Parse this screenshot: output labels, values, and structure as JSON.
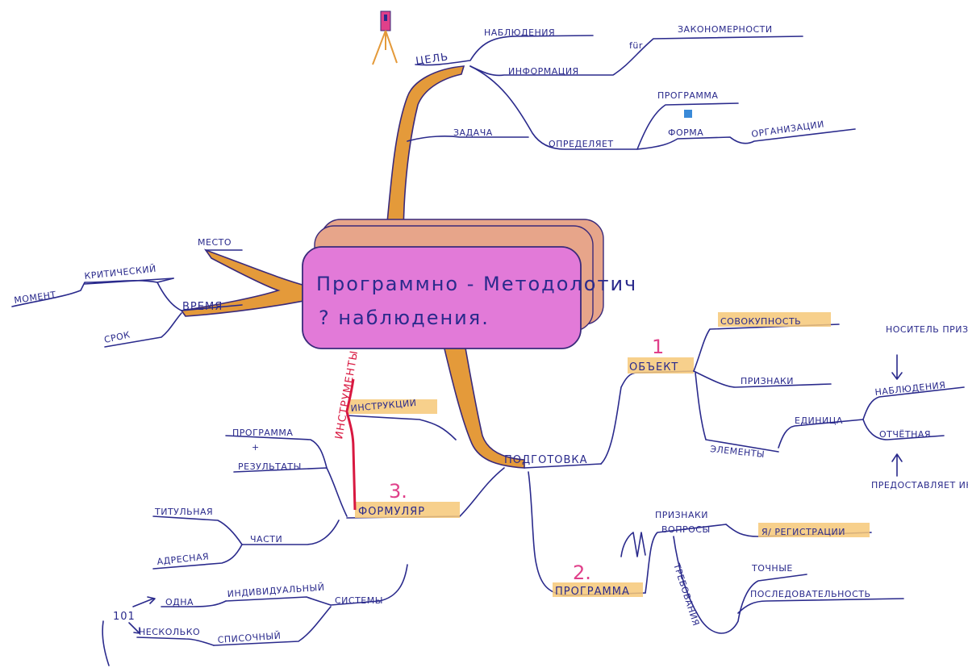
{
  "center": {
    "line1": "Программно - Методолотич",
    "line2": "? наблюдения."
  },
  "goal": {
    "label": "ЦЕЛЬ",
    "observations": "НАБЛЮДЕНИЯ",
    "information": "ИНФОРМАЦИЯ",
    "fur": "für",
    "patterns": "ЗАКОНОМЕРНОСТИ",
    "task": "ЗАДАЧА",
    "defines": "ОПРЕДЕЛЯЕТ",
    "program": "ПРОГРАММА",
    "form": "ФОРМА",
    "organization": "ОРГАНИЗАЦИИ"
  },
  "time": {
    "place": "МЕСТО",
    "time": "ВРЕМЯ",
    "critical": "КРИТИЧЕСКИЙ",
    "moment": "МОМЕНТ",
    "term": "СРОК"
  },
  "object": {
    "number": "1",
    "label": "ОБЪЕКТ",
    "totality": "СОВОКУПНОСТЬ",
    "features": "ПРИЗНАКИ",
    "elements": "ЭЛЕМЕНТЫ",
    "unit": "ЕДИНИЦА",
    "carrier": "НОСИТЕЛЬ ПРИЗНАКА",
    "obs_unit": "НАБЛЮДЕНИЯ",
    "report": "ОТЧЁТНАЯ",
    "provides": "ПРЕДОСТАВЛЯЕТ ИНФОРМАЦИЮ"
  },
  "prep": {
    "label": "ПОДГОТОВКА"
  },
  "program": {
    "number": "2.",
    "label": "ПРОГРАММА",
    "features_q": "ПРИЗНАКИ",
    "questions": "ВОПРОСЫ",
    "registration": "Я/ РЕГИСТРАЦИИ",
    "requirements": "ТРЕБОВАНИЯ",
    "precise": "ТОЧНЫЕ",
    "sequence": "ПОСЛЕДОВАТЕЛЬНОСТЬ"
  },
  "form": {
    "number": "3.",
    "label": "ФОРМУЛЯР",
    "tools": "ИНСТРУМЕНТЫ",
    "instructions": "ИНСТРУКЦИИ",
    "program_plus": "ПРОГРАММА",
    "plus": "+",
    "results": "РЕЗУЛЬТАТЫ",
    "parts": "ЧАСТИ",
    "title_part": "ТИТУЛЬНАЯ",
    "address": "АДРЕСНАЯ",
    "systems": "СИСТЕМЫ",
    "individual": "ИНДИВИДУАЛЬНЫЙ",
    "list": "СПИСОЧНЫЙ",
    "one": "ОДНА",
    "several": "НЕСКОЛЬКО",
    "ones": "101"
  },
  "colors": {
    "ink": "#2a2a8c",
    "trunk": "#e49a3a",
    "center_fill": "#e27ad8",
    "highlight": "#f6c878",
    "pink": "#e0408a",
    "red": "#d81840"
  }
}
